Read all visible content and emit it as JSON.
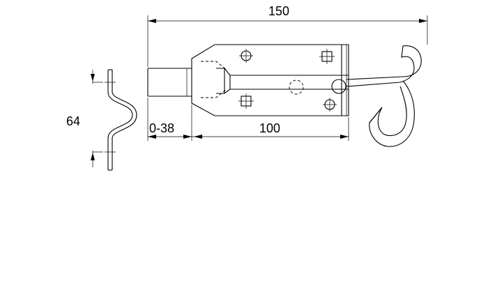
{
  "dimensions": {
    "overall_length": "150",
    "body_length": "100",
    "bolt_travel": "0-38",
    "keeper_height": "64"
  },
  "colors": {
    "line": "#000000",
    "background": "#ffffff"
  }
}
